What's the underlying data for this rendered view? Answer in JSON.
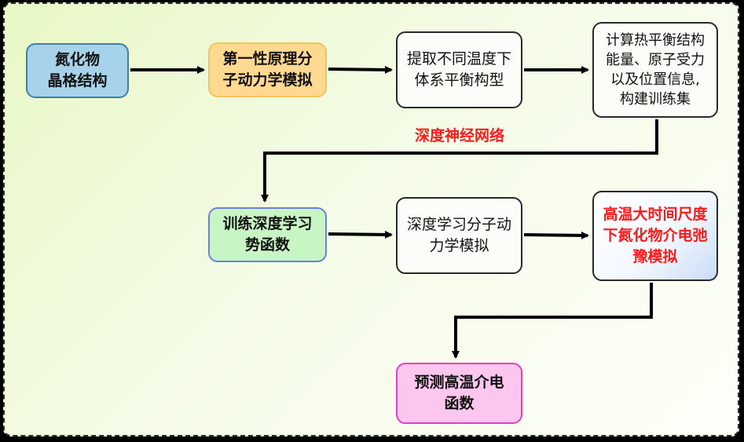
{
  "nodes": {
    "crystal": [
      "氮化物",
      "晶格结构"
    ],
    "first_principles": [
      "第一性原理分",
      "子动力学模拟"
    ],
    "extract": [
      "提取不同温度下",
      "体系平衡构型"
    ],
    "compute": [
      "计算热平衡结构",
      "能量、原子受力",
      "以及位置信息,",
      "构建训练集"
    ],
    "train": [
      "训练深度学习",
      "势函数"
    ],
    "dl_md": [
      "深度学习分子动",
      "力学模拟"
    ],
    "high_temp": [
      "高温大时间尺度",
      "下氮化物介电弛",
      "豫模拟"
    ],
    "predict": [
      "预测高温介电",
      "函数"
    ]
  },
  "edge_label": "深度神经网络",
  "colors": {
    "crystal_fill": "#a6d2ea",
    "first_principles_fill": "#ffd98f",
    "train_fill": "#c8f5c4",
    "train_border": "#6b7fe0",
    "predict_fill": "#fcc6ef",
    "predict_border": "#e040c8",
    "highlight_text": "#ff1a1a",
    "background": "#eef9d8"
  }
}
